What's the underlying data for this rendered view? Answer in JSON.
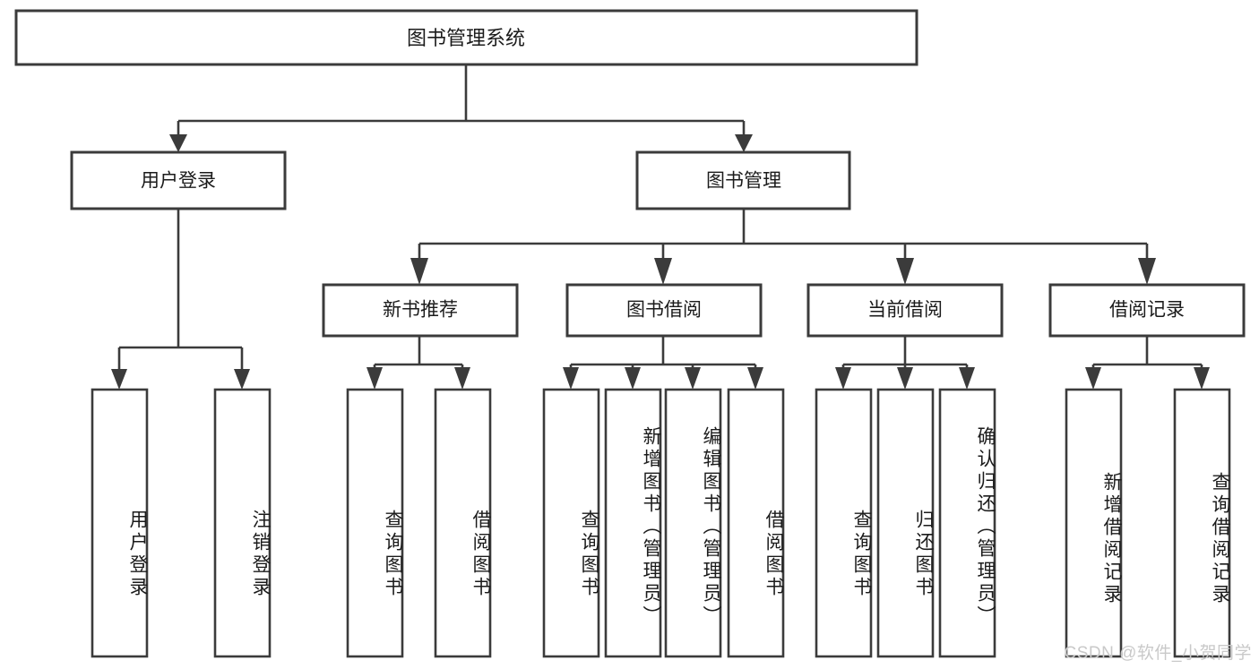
{
  "diagram": {
    "type": "tree",
    "title": "图书管理系统",
    "orientation": "top-down",
    "colors": {
      "box_stroke": "#3b3b3b",
      "box_fill": "#ffffff",
      "text": "#1b1b1b",
      "background": "#ffffff",
      "watermark": "#c9c9c9"
    },
    "root": {
      "label": "图书管理系统"
    },
    "level1": [
      {
        "label": "用户登录"
      },
      {
        "label": "图书管理"
      }
    ],
    "level2": [
      {
        "label": "新书推荐"
      },
      {
        "label": "图书借阅"
      },
      {
        "label": "当前借阅"
      },
      {
        "label": "借阅记录"
      }
    ],
    "leaves": {
      "user_login": [
        {
          "label": "用户登录"
        },
        {
          "label": "注销登录"
        }
      ],
      "new_book_recommend": [
        {
          "label": "查询图书"
        },
        {
          "label": "借阅图书"
        }
      ],
      "book_borrow": [
        {
          "label": "查询图书"
        },
        {
          "label": "新增图书（管理员）"
        },
        {
          "label": "编辑图书（管理员）"
        },
        {
          "label": "借阅图书"
        }
      ],
      "current_borrow": [
        {
          "label": "查询图书"
        },
        {
          "label": "归还图书"
        },
        {
          "label": "确认归还（管理员）"
        }
      ],
      "borrow_record": [
        {
          "label": "新增借阅记录"
        },
        {
          "label": "查询借阅记录"
        }
      ]
    },
    "watermark": "CSDN @软件_小贺同学"
  }
}
